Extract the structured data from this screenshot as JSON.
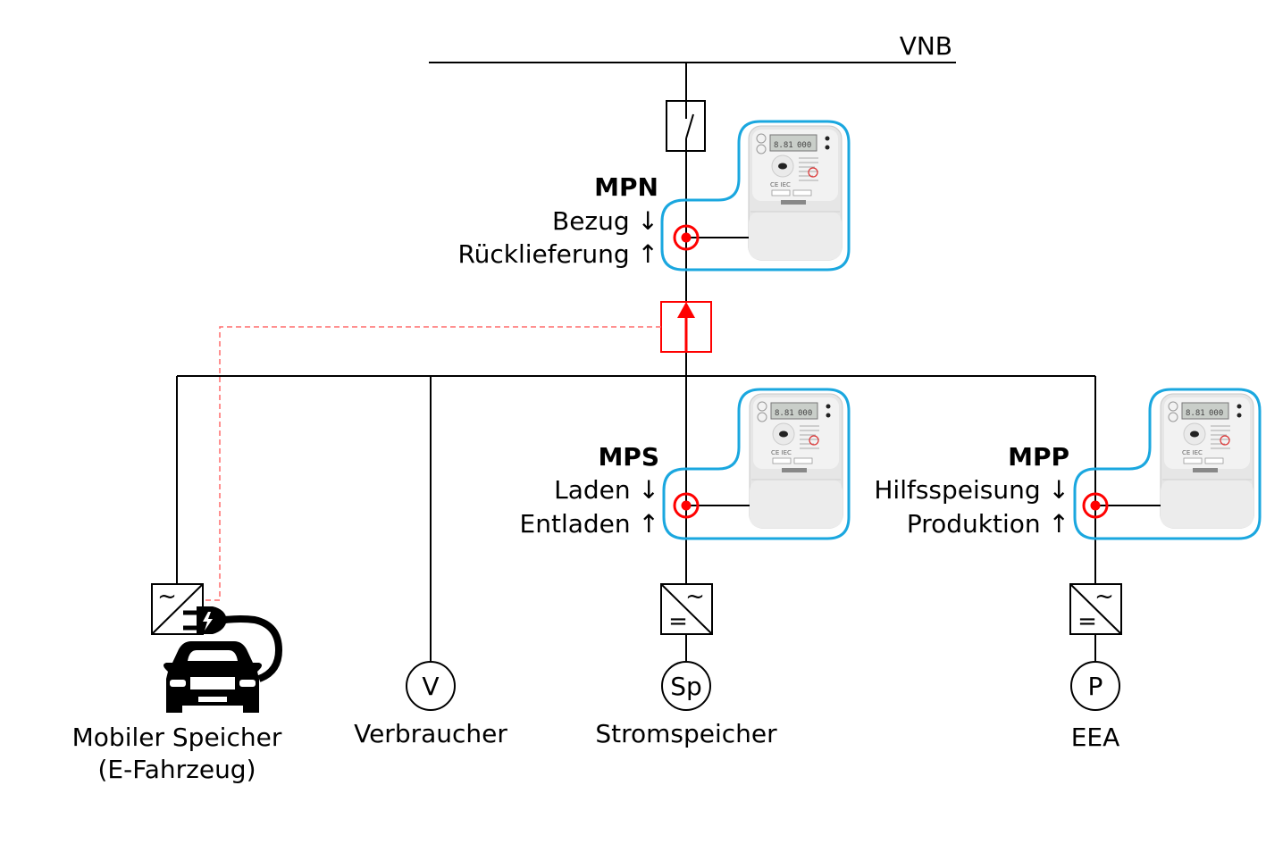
{
  "grid": {
    "label": "VNB"
  },
  "colors": {
    "line": "#000000",
    "measure_red": "#ff0000",
    "control_dashed": "#ff6b6b",
    "meter_frame": "#1aa7df"
  },
  "meters": {
    "mpn": {
      "title": "MPN",
      "line1": "Bezug ↓",
      "line2": "Rücklieferung ↑"
    },
    "mps": {
      "title": "MPS",
      "line1": "Laden ↓",
      "line2": "Entladen ↑"
    },
    "mpp": {
      "title": "MPP",
      "line1": "Hilfsspeisung ↓",
      "line2": "Produktion ↑"
    }
  },
  "devices": {
    "ev": {
      "label_line1": "Mobiler Speicher",
      "label_line2": "(E-Fahrzeug)",
      "inverter_symbol": "~"
    },
    "consumer": {
      "symbol": "V",
      "label": "Verbraucher"
    },
    "storage": {
      "symbol": "Sp",
      "label": "Stromspeicher",
      "ac": "~",
      "dc": "="
    },
    "generator": {
      "symbol": "P",
      "label": "EEA",
      "ac": "~",
      "dc": "="
    }
  },
  "icons": {
    "switch": "disconnect-switch-icon",
    "meter": "smart-meter-icon",
    "measuring_point": "measuring-point-icon",
    "control": "control-arrow-icon",
    "ev_plug": "ev-plug-icon",
    "car": "car-icon"
  }
}
